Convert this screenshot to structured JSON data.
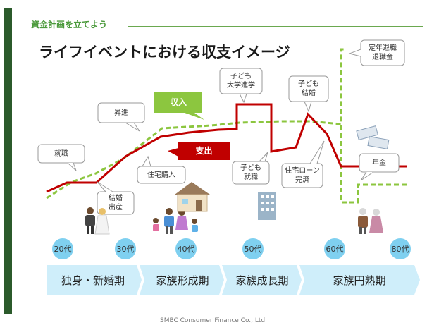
{
  "header": {
    "text": "資金計画を立てよう"
  },
  "title": "ライフイベントにおける収支イメージ",
  "legend": {
    "income": "収入",
    "expense": "支出"
  },
  "callouts": {
    "shushoku": "就職",
    "shoshin": "昇進",
    "kekkon": "結婚\n出産",
    "jutaku": "住宅購入",
    "daigaku": "子ども\n大学進学",
    "kodomo_shushoku": "子ども\n就職",
    "kodomo_kekkon": "子ども\n結婚",
    "loan": "住宅ローン\n完済",
    "teinen": "定年退職\n退職金",
    "nenkin": "年金"
  },
  "ages": [
    "20代",
    "30代",
    "40代",
    "50代",
    "60代",
    "80代"
  ],
  "stages": [
    "独身・新婚期",
    "家族形成期",
    "家族成長期",
    "家族円熟期"
  ],
  "colors": {
    "income": "#8cc63f",
    "expense": "#c00000",
    "sidebar": "#2b5a2b",
    "header": "#4c9a3c",
    "age_bubble": "#7fd0f0",
    "stage_band": "#cfeefa"
  },
  "footer": "SMBC Consumer Finance Co., Ltd."
}
